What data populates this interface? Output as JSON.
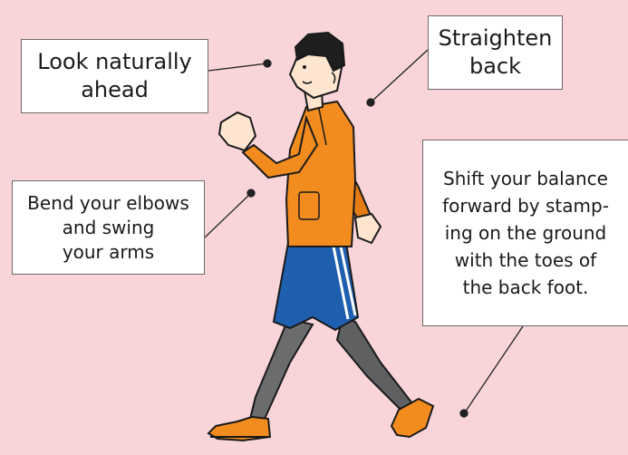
{
  "labels": {
    "look_ahead": [
      "Look naturally",
      "ahead"
    ],
    "straighten_back": [
      "Straighten",
      "back"
    ],
    "bend_elbows": [
      "Bend your elbows",
      "and swing",
      "your arms"
    ],
    "shift_balance": [
      "Shift your balance",
      "forward by stamp-",
      "ing on the ground",
      "with the toes of",
      "the back foot."
    ]
  },
  "colors": {
    "background": "#f9d5da",
    "jacket": "#f28c1f",
    "shorts": "#1f5fb0",
    "leggings": "#5f6062",
    "skin": "#fde5cf",
    "hair": "#1e1e1e",
    "shoes": "#f28c1f"
  }
}
